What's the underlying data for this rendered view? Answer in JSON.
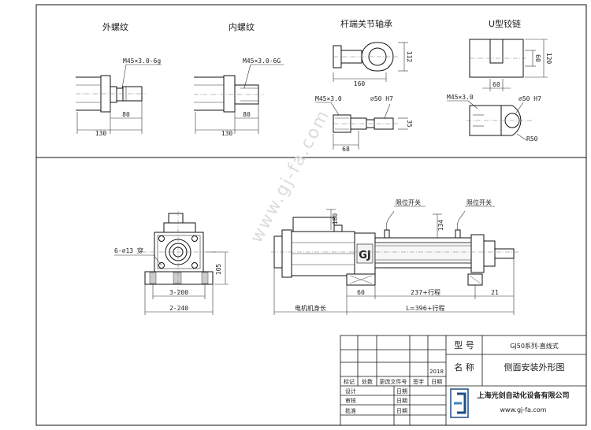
{
  "details": {
    "external_thread": {
      "title": "外螺纹",
      "thread": "M45×3.0-6g",
      "dim_a": "80",
      "dim_b": "130"
    },
    "internal_thread": {
      "title": "内螺纹",
      "thread": "M45×3.0-6G",
      "dim_a": "80",
      "dim_b": "130"
    },
    "rod_end_bearing": {
      "title": "杆端关节轴承",
      "height": "112",
      "length": "160",
      "thread": "M45×3.0",
      "bore": "⌀50 H7",
      "width": "35",
      "offset": "68"
    },
    "u_clevis": {
      "title": "U型铰链",
      "height": "120",
      "slot": "60",
      "width": "60",
      "thread": "M45×3.0",
      "bore": "⌀50 H7",
      "radius": "R50"
    }
  },
  "main_view": {
    "holes": "6-⌀13 穿",
    "center_height": "105",
    "spacing_1": "3-200",
    "spacing_2": "2-240",
    "height_180": "180",
    "height_134": "134",
    "limit_switch_1": "限位开关",
    "limit_switch_2": "限位开关",
    "dim_60": "60",
    "dim_stroke": "237+行程",
    "dim_21": "21",
    "motor_length": "电机机身长",
    "overall_length": "L=396+行程"
  },
  "title_block": {
    "model_label": "型 号",
    "model_value": "GJ50系列-直线式",
    "name_label": "名 称",
    "name_value": "侧面安装外形图",
    "year": "2018",
    "headers": [
      "标记",
      "处数",
      "更改文件号",
      "签字",
      "日期"
    ],
    "design": "设计",
    "check": "审核",
    "approve": "批准",
    "date": "日期",
    "company": "上海光剑自动化设备有限公司",
    "website": "www.gj-fa.com",
    "logo_letters": "GJ"
  },
  "watermark": "www.gj-fa.com"
}
